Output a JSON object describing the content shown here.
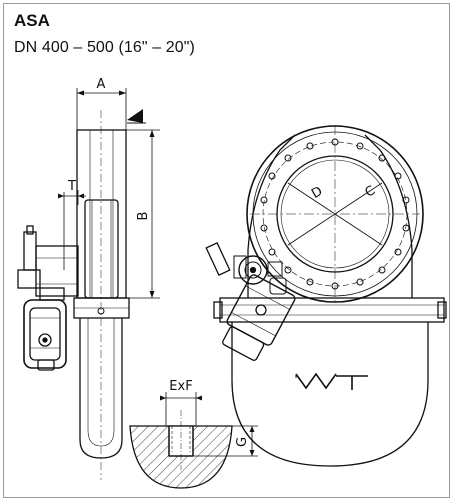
{
  "header": {
    "title": "ASA",
    "subtitle": "DN 400 – 500 (16\" – 20\")"
  },
  "dimensions": {
    "a": "A",
    "b": "B",
    "c": "C",
    "d": "D",
    "t": "T",
    "exf": "ExF",
    "g": "G"
  },
  "brand": {
    "logo_text": "VAT"
  }
}
